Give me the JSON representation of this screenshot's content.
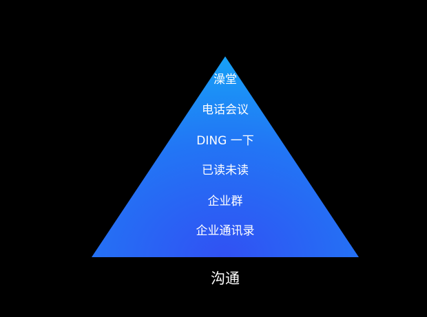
{
  "pyramid": {
    "levels": [
      "澡堂",
      "电话会议",
      "DING 一下",
      "已读未读",
      "企业群",
      "企业通讯录"
    ],
    "caption": "沟通",
    "colors": {
      "top": "#1aa0f6",
      "bottom": "#3055f2",
      "background": "#000000"
    }
  }
}
